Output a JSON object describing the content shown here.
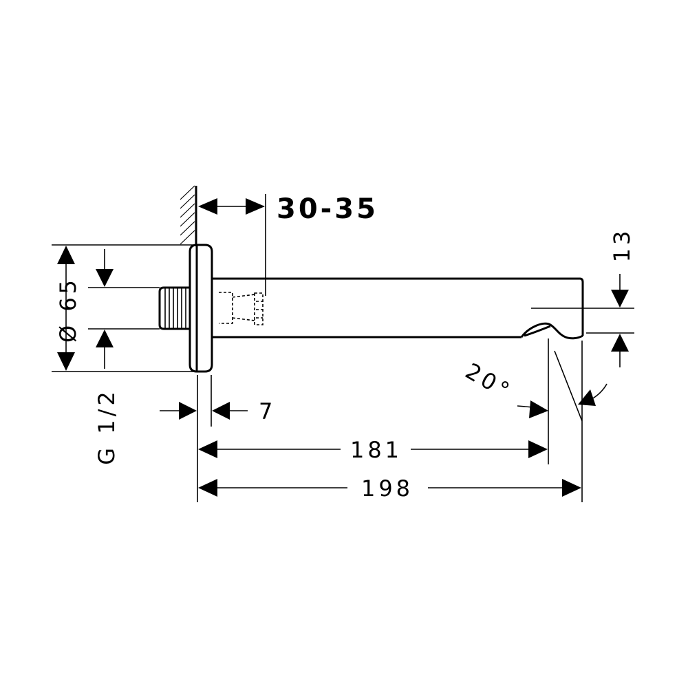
{
  "dimensions": {
    "wall_depth": "30-35",
    "rosette_diameter": "Ø 65",
    "thread": "G 1/2",
    "rosette_thickness": "7",
    "outlet_reach": "181",
    "total_length": "198",
    "outlet_height": "13",
    "angle": "20°"
  }
}
